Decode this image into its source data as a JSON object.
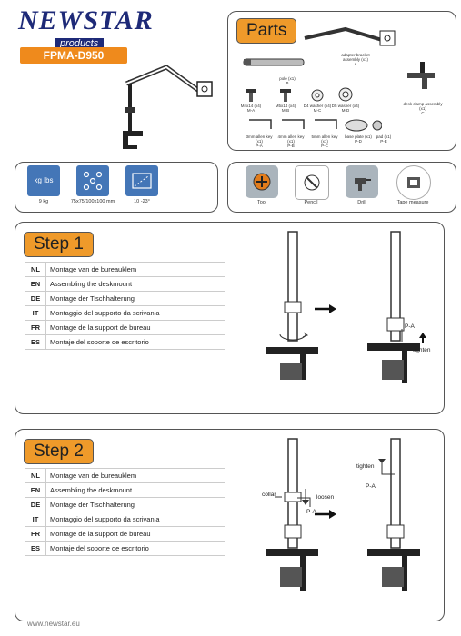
{
  "brand": {
    "name": "NEWSTAR",
    "sub": "products"
  },
  "model": "FPMA-D950",
  "parts": {
    "title": "Parts",
    "items": [
      {
        "label": "adapter bracket assembly (x1)",
        "code": "A"
      },
      {
        "label": "pole (x1)",
        "code": "B"
      },
      {
        "label": "M4x14 (x4)",
        "code": "M-A"
      },
      {
        "label": "M5x14 (x4)",
        "code": "M-B"
      },
      {
        "label": "D4 washer (x4)",
        "code": "M-C"
      },
      {
        "label": "D5 washer (x4)",
        "code": "M-D"
      },
      {
        "label": "desk clamp assembly (x1)",
        "code": "C"
      },
      {
        "label": "3mm allen key (x1)",
        "code": "P-A"
      },
      {
        "label": "4mm allen key (x1)",
        "code": "P-B"
      },
      {
        "label": "5mm allen key (x1)",
        "code": "P-C"
      },
      {
        "label": "base plate (x1)",
        "code": "P-D"
      },
      {
        "label": "pad (x1)",
        "code": "P-E"
      }
    ]
  },
  "specs": [
    {
      "icon": "weight-icon",
      "text": "9 kg",
      "badge": "kg lbs"
    },
    {
      "icon": "vesa-icon",
      "text": "75x75/100x100 mm"
    },
    {
      "icon": "tilt-icon",
      "text": "10 -23°"
    }
  ],
  "tools": [
    {
      "icon": "screwdriver-icon",
      "label": "Tool"
    },
    {
      "icon": "pencil-icon",
      "label": "Pencil"
    },
    {
      "icon": "drill-icon",
      "label": "Drill"
    },
    {
      "icon": "tape-measure-icon",
      "label": "Tape measure"
    }
  ],
  "step1": {
    "title": "Step 1",
    "rows": [
      {
        "code": "NL",
        "text": "Montage van de bureauklem"
      },
      {
        "code": "EN",
        "text": "Assembling the deskmount"
      },
      {
        "code": "DE",
        "text": "Montage der Tischhalterung"
      },
      {
        "code": "IT",
        "text": "Montaggio del supporto da scrivania"
      },
      {
        "code": "FR",
        "text": "Montage de la support de bureau"
      },
      {
        "code": "ES",
        "text": "Montaje del soporte de escritorio"
      }
    ],
    "labels": {
      "pa": "P-A",
      "tighten": "tighten"
    }
  },
  "step2": {
    "title": "Step 2",
    "rows": [
      {
        "code": "NL",
        "text": "Montage van de bureauklem"
      },
      {
        "code": "EN",
        "text": "Assembling the deskmount"
      },
      {
        "code": "DE",
        "text": "Montage der Tischhalterung"
      },
      {
        "code": "IT",
        "text": "Montaggio del supporto da scrivania"
      },
      {
        "code": "FR",
        "text": "Montage de la support de bureau"
      },
      {
        "code": "ES",
        "text": "Montaje del soporte de escritorio"
      }
    ],
    "labels": {
      "collar": "collar",
      "loosen": "loosen",
      "pa": "P-A",
      "tighten": "tighten",
      "pa2": "P-A"
    }
  },
  "footer": "www.newstar.eu",
  "colors": {
    "brand": "#1e2a78",
    "accent": "#ef8a1c",
    "spec": "#4476b7"
  }
}
